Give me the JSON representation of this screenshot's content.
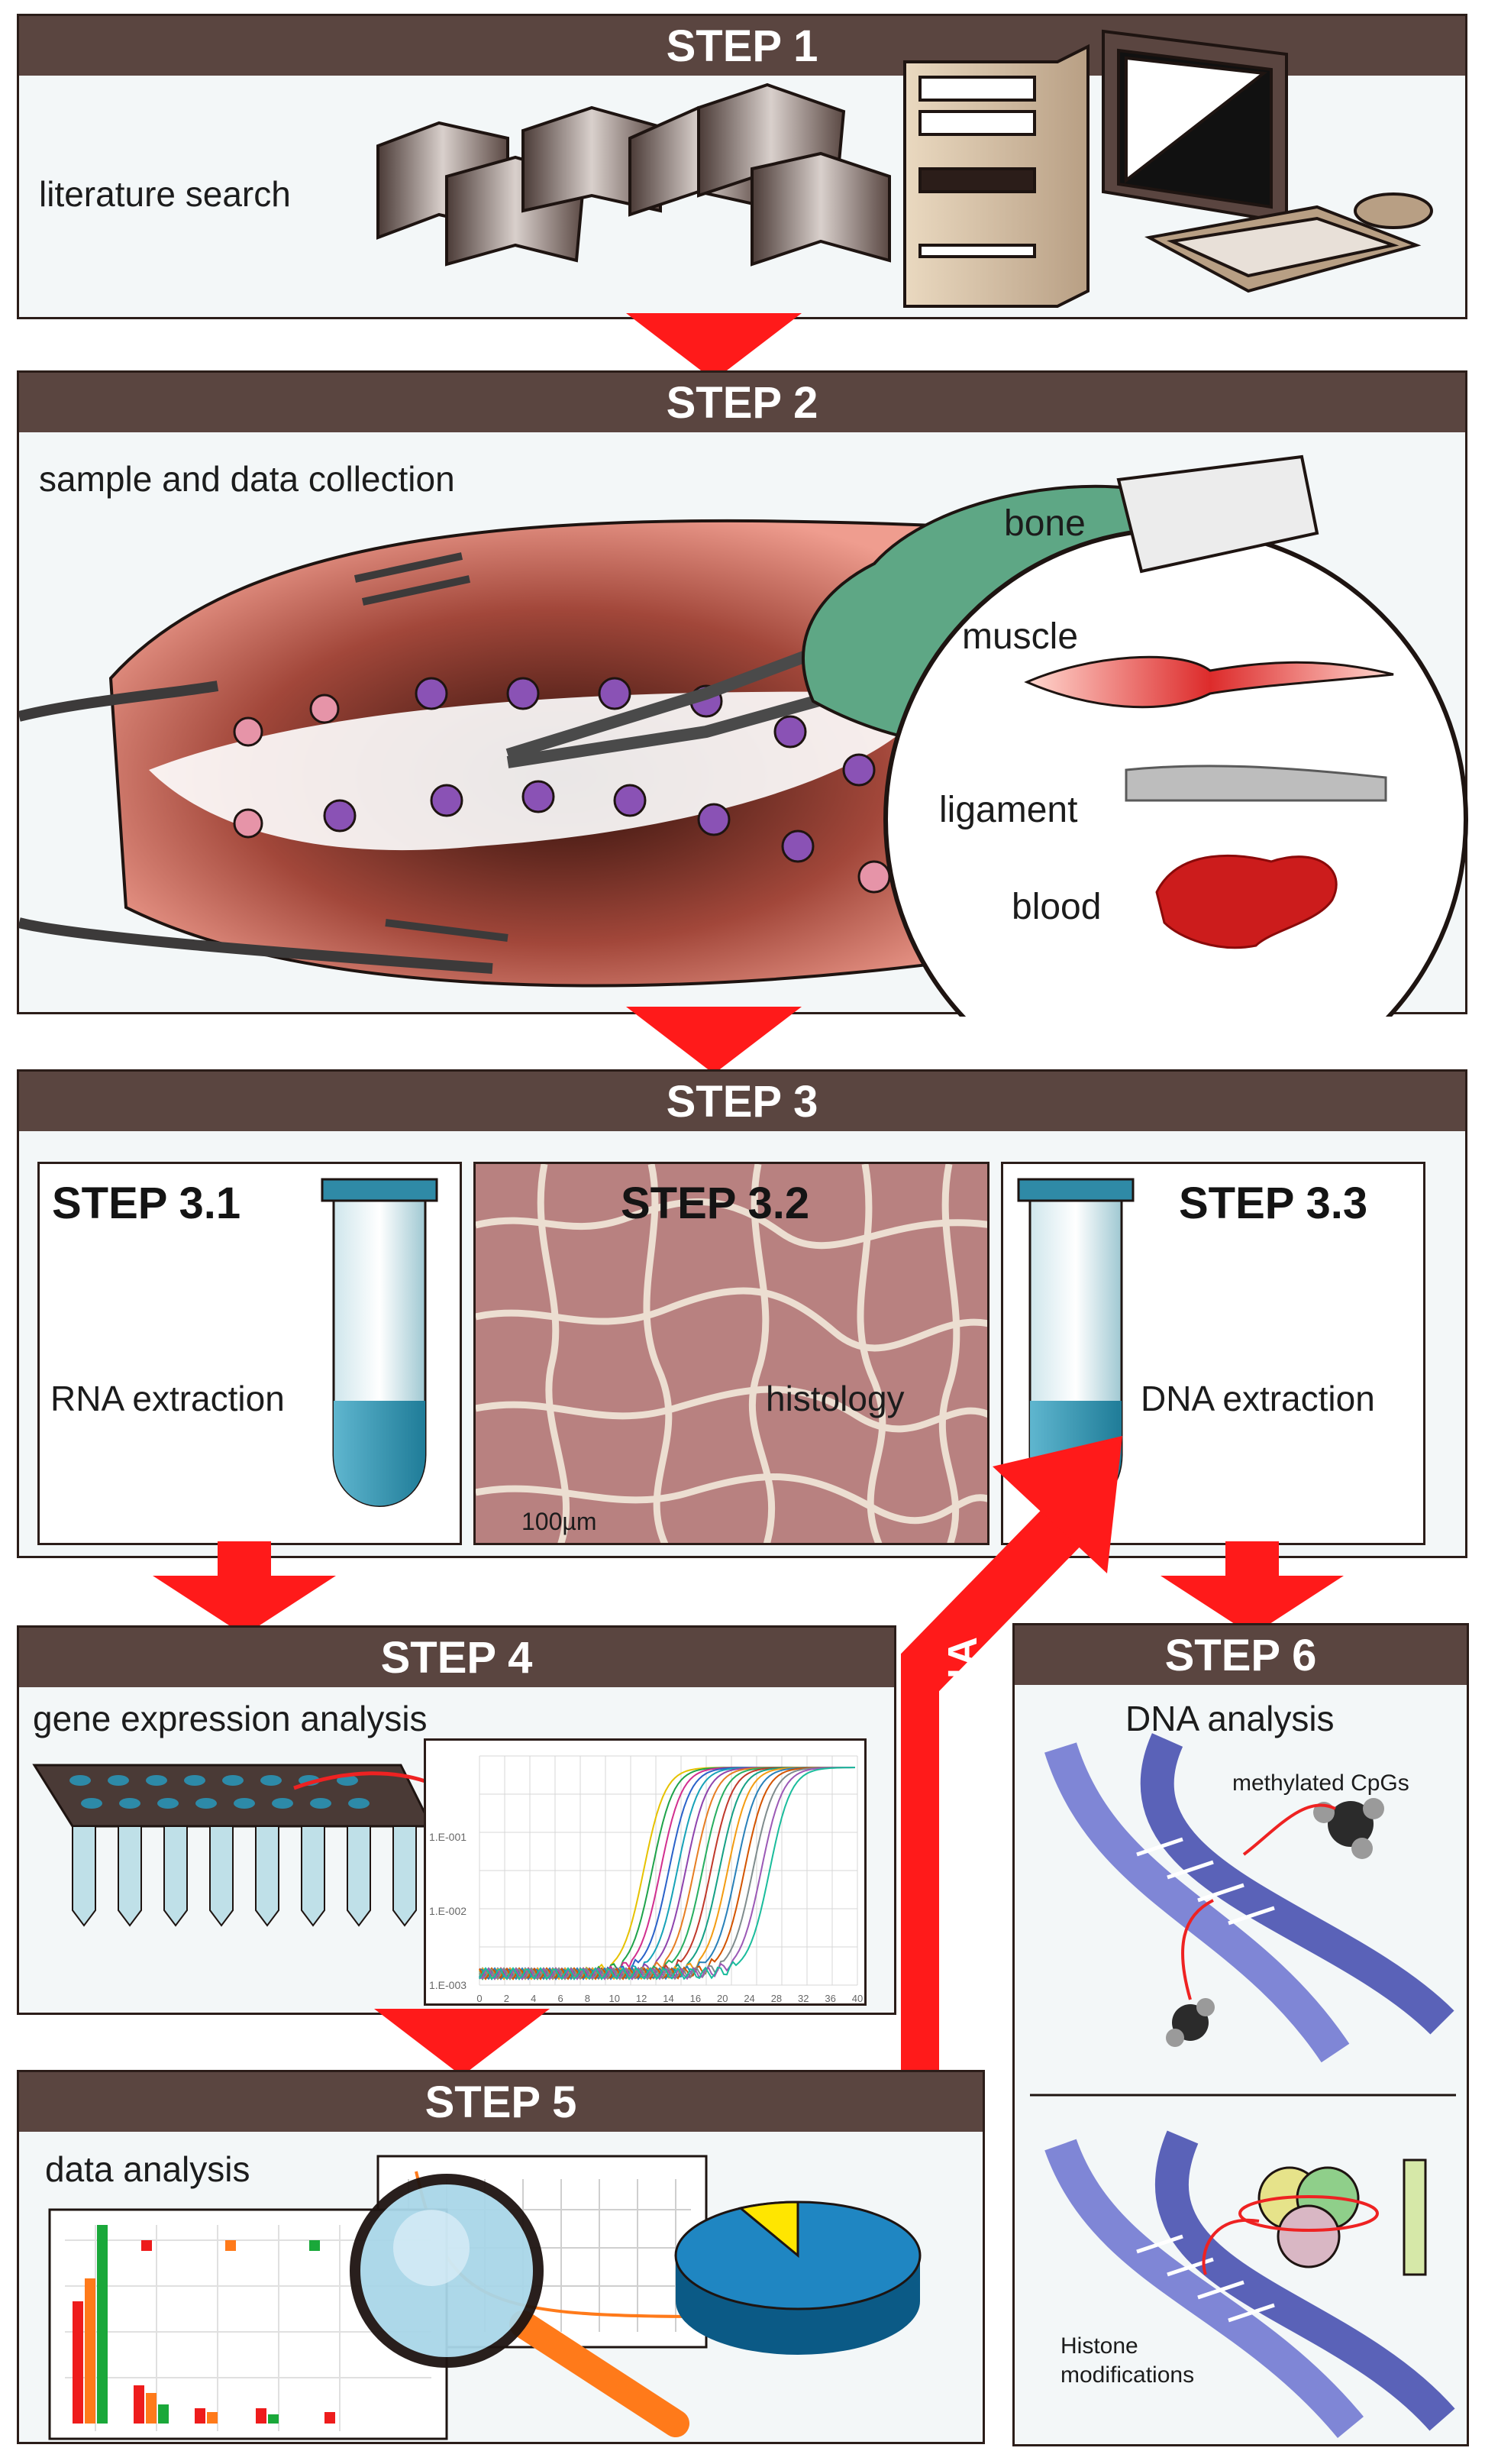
{
  "step1": {
    "title": "STEP 1",
    "label": "literature search"
  },
  "step2": {
    "title": "STEP 2",
    "label": "sample and data collection",
    "tissues": [
      "bone",
      "muscle",
      "ligament",
      "blood"
    ]
  },
  "step3": {
    "title": "STEP 3",
    "sub1": {
      "title": "STEP 3.1",
      "label": "RNA extraction"
    },
    "sub2": {
      "title": "STEP 3.2",
      "label": "histology",
      "scale": "100µm"
    },
    "sub3": {
      "title": "STEP 3.3",
      "label": "DNA extraction"
    }
  },
  "step4": {
    "title": "STEP 4",
    "label": "gene expression analysis",
    "yticks": [
      "1.E-001",
      "1.E-002",
      "1.E-003"
    ],
    "xticks": [
      "0",
      "2",
      "4",
      "6",
      "8",
      "10",
      "12",
      "14",
      "16",
      "20",
      "24",
      "28",
      "32",
      "36",
      "40"
    ]
  },
  "step5": {
    "title": "STEP 5",
    "label": "data analysis"
  },
  "step6": {
    "title": "STEP 6",
    "label": "DNA analysis",
    "methyl_label": "methylated CpGs",
    "histone_label": "Histone\nmodifications"
  },
  "back_to_dna": "BACK TO DNA",
  "colors": {
    "header": "#5a4540",
    "arrow": "#ff1a1a",
    "panel": "#f3f7f8",
    "dna": "#7f86d6"
  }
}
